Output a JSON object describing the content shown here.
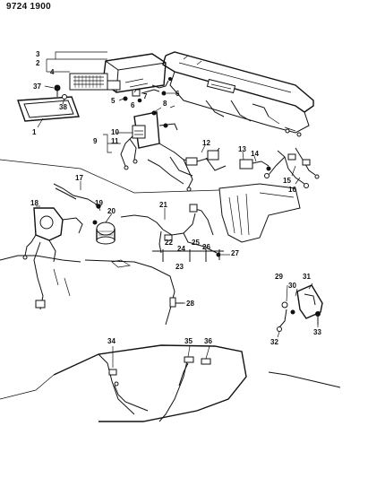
{
  "header": {
    "diagram_number": "9724 1900"
  },
  "callouts": [
    {
      "id": "c1",
      "text": "1"
    },
    {
      "id": "c2",
      "text": "2"
    },
    {
      "id": "c3",
      "text": "3"
    },
    {
      "id": "c4",
      "text": "4"
    },
    {
      "id": "c5",
      "text": "5"
    },
    {
      "id": "c6",
      "text": "6"
    },
    {
      "id": "c7",
      "text": "7"
    },
    {
      "id": "c8",
      "text": "8"
    },
    {
      "id": "c9",
      "text": "9"
    },
    {
      "id": "c10",
      "text": "10"
    },
    {
      "id": "c11",
      "text": "11"
    },
    {
      "id": "c12",
      "text": "12"
    },
    {
      "id": "c13",
      "text": "13"
    },
    {
      "id": "c14",
      "text": "14"
    },
    {
      "id": "c15",
      "text": "15"
    },
    {
      "id": "c16",
      "text": "16"
    },
    {
      "id": "c17",
      "text": "17"
    },
    {
      "id": "c18",
      "text": "18"
    },
    {
      "id": "c19",
      "text": "19"
    },
    {
      "id": "c20",
      "text": "20"
    },
    {
      "id": "c21",
      "text": "21"
    },
    {
      "id": "c22",
      "text": "22"
    },
    {
      "id": "c23",
      "text": "23"
    },
    {
      "id": "c24",
      "text": "24"
    },
    {
      "id": "c25",
      "text": "25"
    },
    {
      "id": "c26",
      "text": "26"
    },
    {
      "id": "c27",
      "text": "27"
    },
    {
      "id": "c28",
      "text": "28"
    },
    {
      "id": "c29",
      "text": "29"
    },
    {
      "id": "c30",
      "text": "30"
    },
    {
      "id": "c31",
      "text": "31"
    },
    {
      "id": "c32",
      "text": "32"
    },
    {
      "id": "c33",
      "text": "33"
    },
    {
      "id": "c34",
      "text": "34"
    },
    {
      "id": "c35",
      "text": "35"
    },
    {
      "id": "c36",
      "text": "36"
    },
    {
      "id": "c37",
      "text": "37"
    },
    {
      "id": "c38",
      "text": "38"
    },
    {
      "id": "c6b",
      "text": "6"
    }
  ]
}
